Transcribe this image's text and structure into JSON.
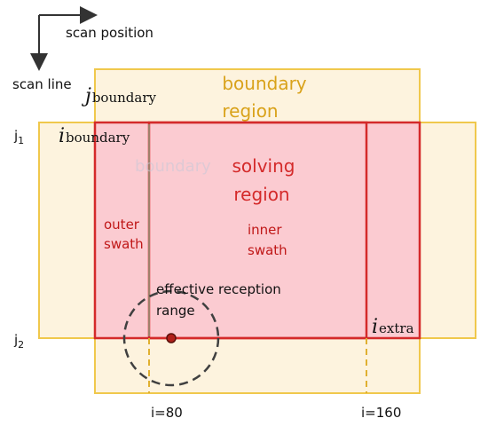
{
  "axes": {
    "scan_position": "scan position",
    "scan_line": "scan line"
  },
  "labels": {
    "j_boundary_sym": "j",
    "j_boundary_sub": "boundary",
    "boundary_region_1": "boundary",
    "boundary_region_2": "region",
    "j1": "j",
    "j1_sub": "1",
    "i_boundary_sym": "i",
    "i_boundary_sub": "boundary",
    "boundary_ghost": "boundary",
    "solving_region_1": "solving",
    "solving_region_2": "region",
    "outer_swath_1": "outer",
    "outer_swath_2": "swath",
    "inner_swath_1": "inner",
    "inner_swath_2": "swath",
    "effective_range_1": "effective reception",
    "effective_range_2": "range",
    "j2": "j",
    "j2_sub": "2",
    "i_extra_sym": "i",
    "i_extra_sub": "extra",
    "i80": "i=80",
    "i160": "i=160"
  },
  "colors": {
    "boundary_fill": "#fdf3de",
    "boundary_stroke": "#f0c84c",
    "boundary_text": "#d9a21a",
    "solving_fill": "#fbc6cf",
    "solving_stroke": "#d42a2a",
    "solving_text": "#d42a2a",
    "ghost_text": "#c8c8d8",
    "divider": "#a0806a",
    "circle": "#404040",
    "dot_fill": "#b0201a",
    "guide": "#e0b030",
    "arrow": "#333333",
    "text": "#111111"
  }
}
